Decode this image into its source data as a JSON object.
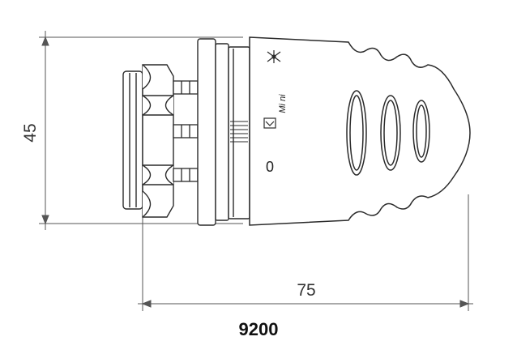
{
  "drawing": {
    "dimension_height": "45",
    "dimension_width": "75",
    "dial_marking": "0",
    "brand_marking": "Mi ni",
    "model_number": "9200",
    "colors": {
      "line": "#2a2a2a",
      "dim_line": "#555555",
      "body_fill": "#ffffff"
    }
  }
}
